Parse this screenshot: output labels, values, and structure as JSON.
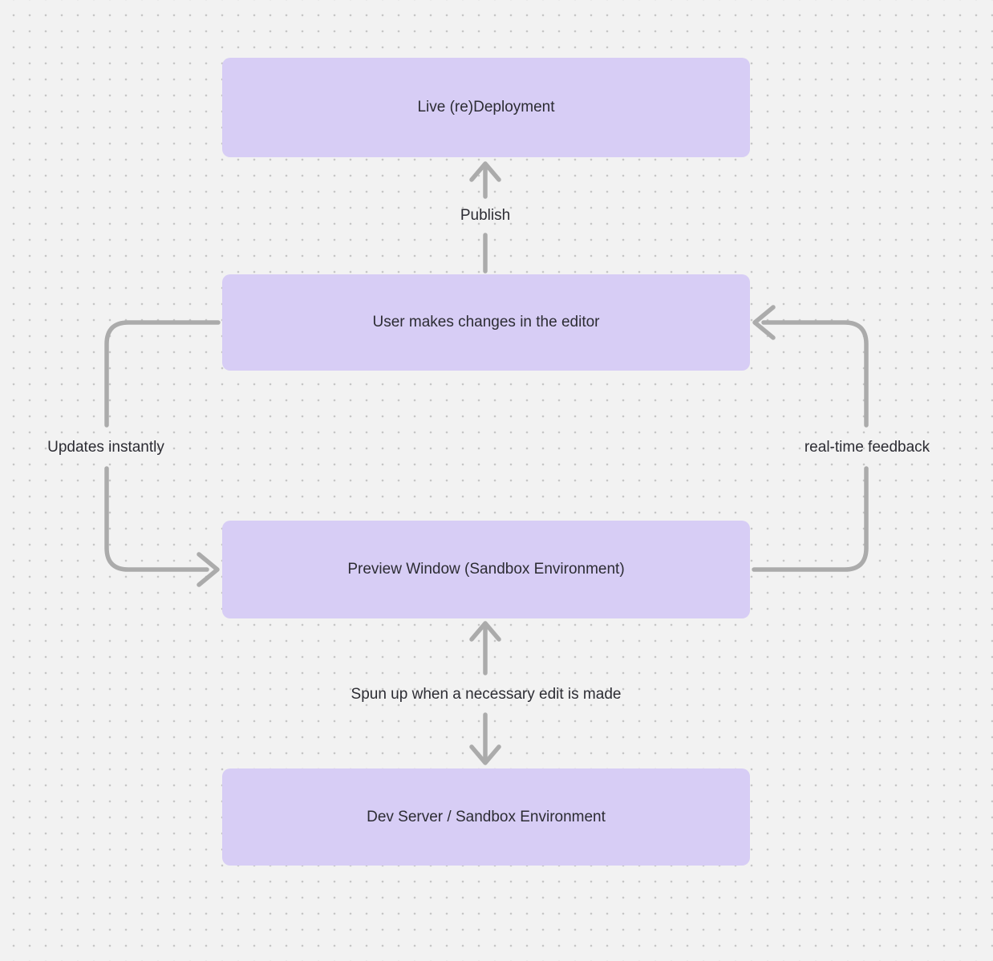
{
  "theme": {
    "background_color": "#f2f2f2",
    "dot_color": "#c6c6c6",
    "node_fill_color": "#d7cdf5",
    "connector_color": "#ababab",
    "text_color": "#2c2c33"
  },
  "diagram": {
    "type": "flowchart",
    "nodes": [
      {
        "id": "live-redeployment",
        "label": "Live (re)Deployment"
      },
      {
        "id": "user-editor",
        "label": "User makes changes in the editor"
      },
      {
        "id": "preview-window",
        "label": "Preview Window (Sandbox Environment)"
      },
      {
        "id": "dev-server",
        "label": "Dev Server / Sandbox Environment"
      }
    ],
    "edges": [
      {
        "id": "publish",
        "label": "Publish",
        "from": "user-editor",
        "to": "live-redeployment",
        "direction": "up"
      },
      {
        "id": "updates-instantly",
        "label": "Updates instantly",
        "from": "user-editor",
        "to": "preview-window",
        "direction": "down-left-loop"
      },
      {
        "id": "real-time-feedback",
        "label": "real-time feedback",
        "from": "preview-window",
        "to": "user-editor",
        "direction": "up-right-loop"
      },
      {
        "id": "spun-up",
        "label": "Spun up when a necessary edit is made",
        "from": "dev-server",
        "to": "preview-window",
        "direction": "both"
      }
    ]
  }
}
